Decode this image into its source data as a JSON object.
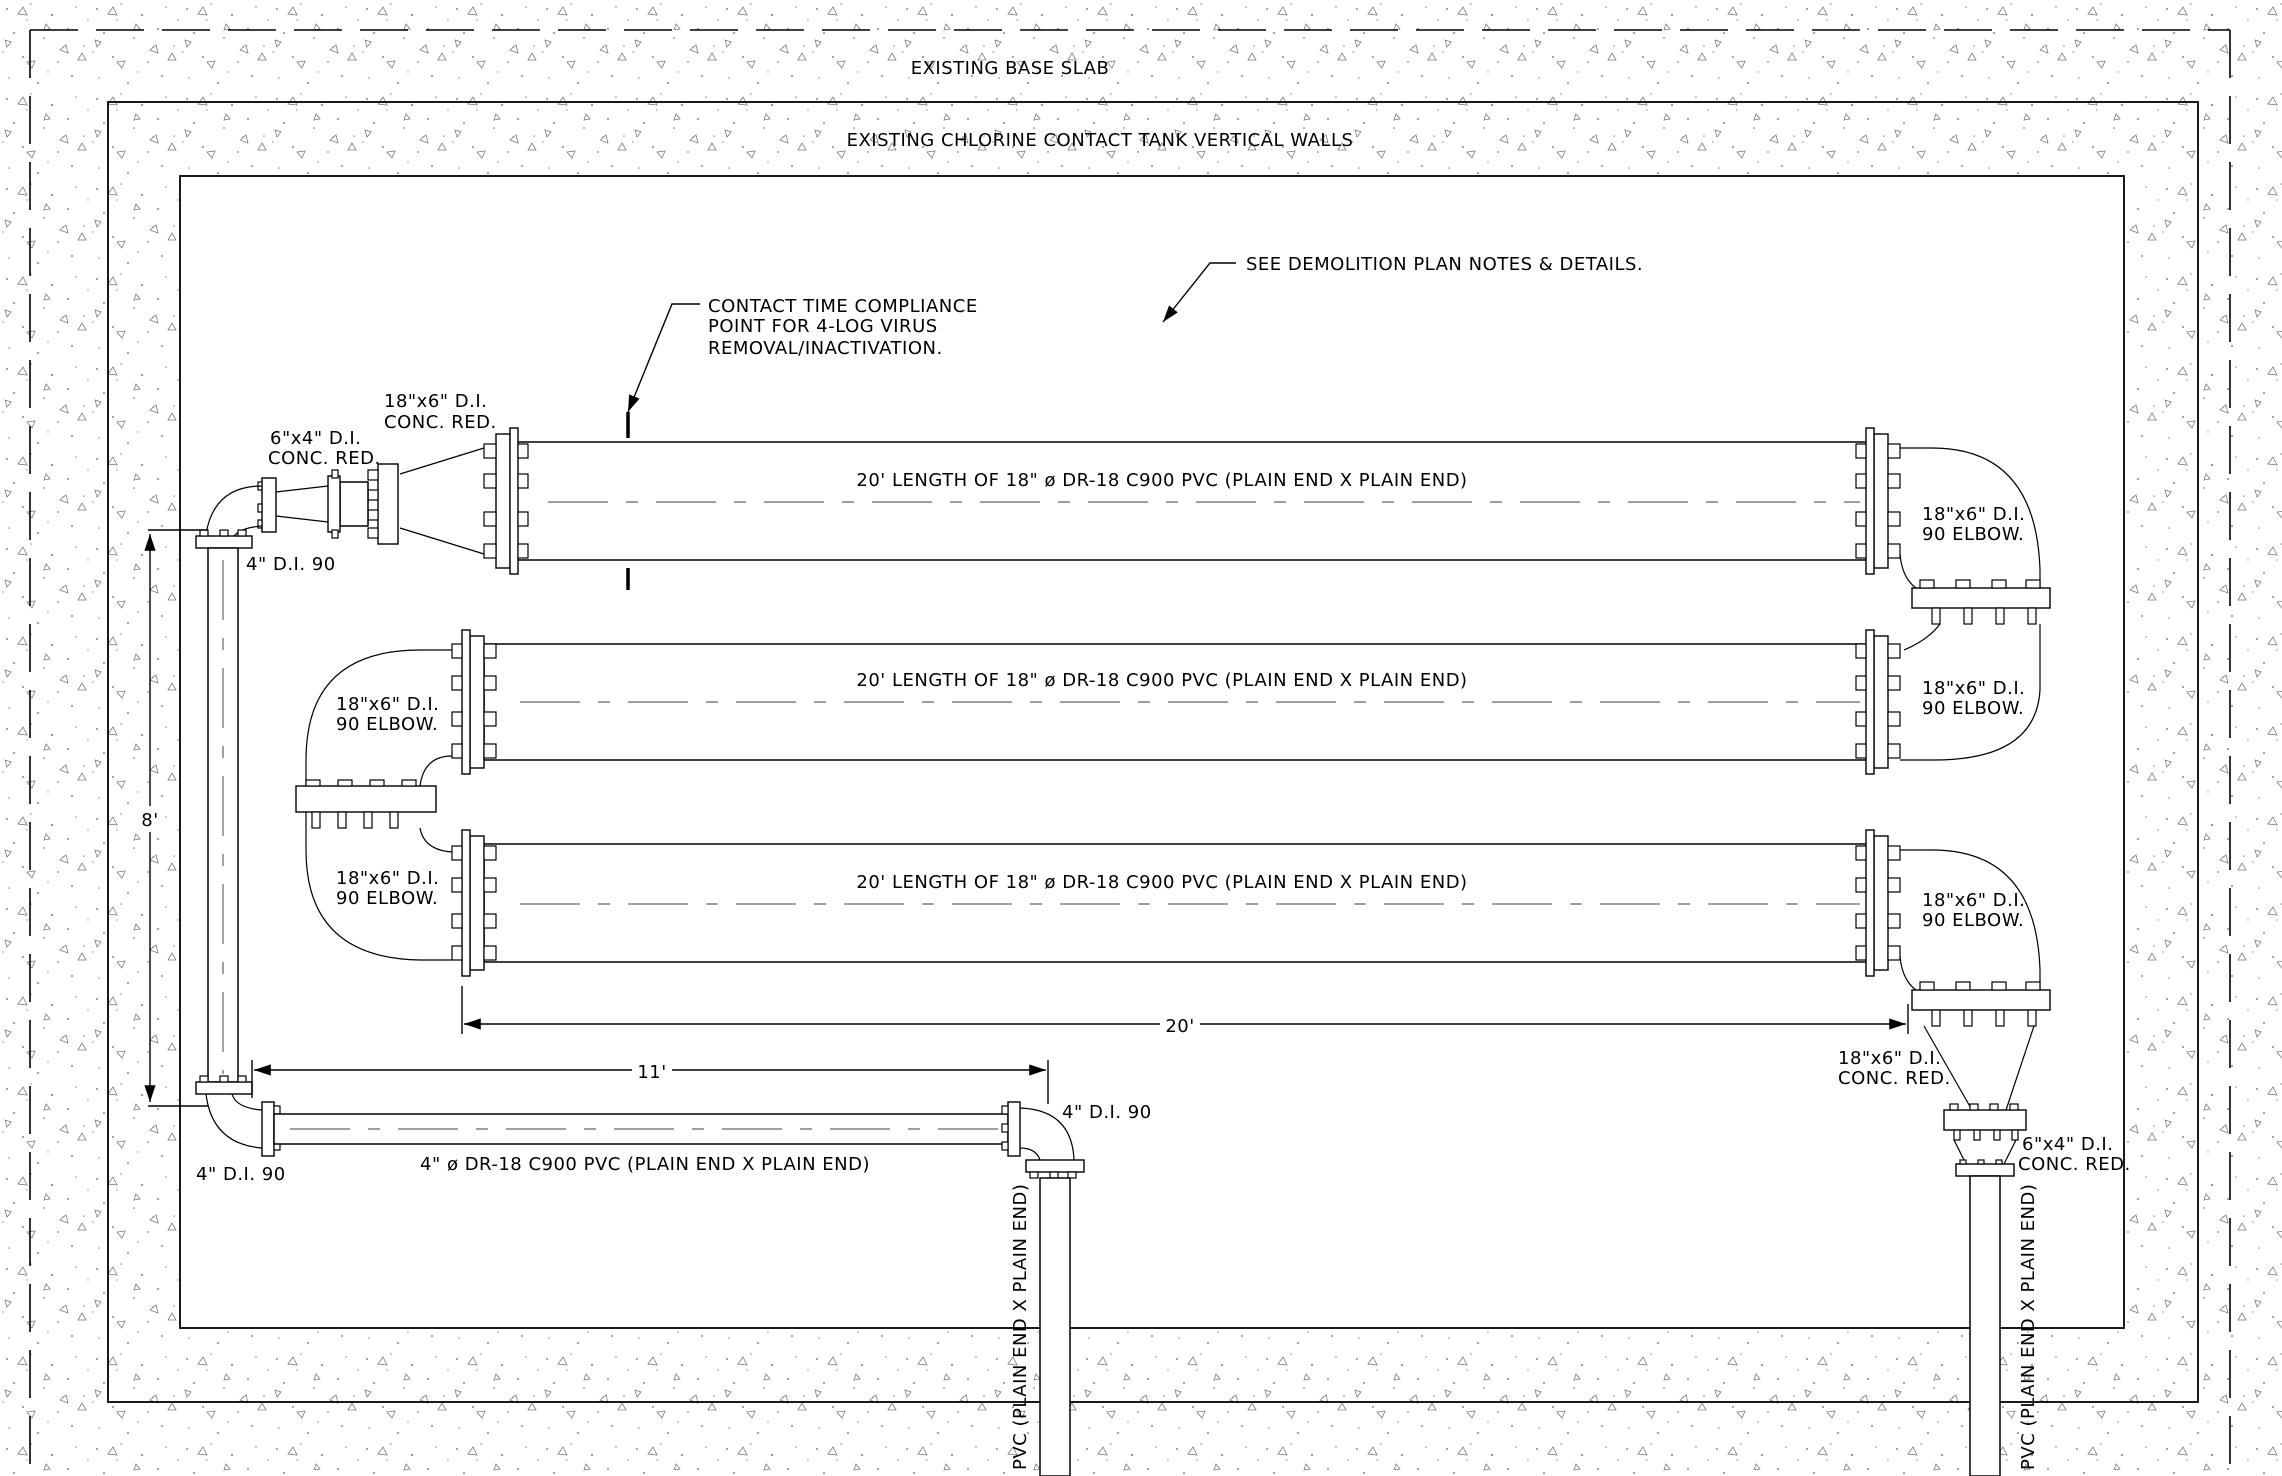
{
  "labels": {
    "base_slab": "EXISTING BASE SLAB",
    "walls": "EXISTING CHLORINE CONTACT TANK VERTICAL WALLS",
    "demo_note": "SEE DEMOLITION PLAN NOTES & DETAILS.",
    "compliance_line1": "CONTACT TIME COMPLIANCE",
    "compliance_line2": "POINT FOR 4-LOG VIRUS",
    "compliance_line3": "REMOVAL/INACTIVATION.",
    "run1": "20' LENGTH OF 18\" ø DR-18 C900 PVC (PLAIN END X PLAIN END)",
    "run2": "20' LENGTH OF 18\" ø DR-18 C900 PVC (PLAIN END X PLAIN END)",
    "run3": "20' LENGTH OF 18\" ø DR-18 C900 PVC (PLAIN END X PLAIN END)",
    "conc_red_18_6_top_l1": "18\"x6\" D.I.",
    "conc_red_18_6_top_l2": "CONC. RED.",
    "conc_red_6_4_top_l1": "6\"x4\" D.I.",
    "conc_red_6_4_top_l2": "CONC. RED.",
    "di90_top": "4\" D.I. 90",
    "elbow_r1_l1": "18\"x6\" D.I.",
    "elbow_r1_l2": "90 ELBOW.",
    "elbow_r2_l1": "18\"x6\" D.I.",
    "elbow_r2_l2": "90 ELBOW.",
    "elbow_r3_l1": "18\"x6\" D.I.",
    "elbow_r3_l2": "90 ELBOW.",
    "elbow_l1_l1": "18\"x6\" D.I.",
    "elbow_l1_l2": "90 ELBOW.",
    "elbow_l2_l1": "18\"x6\" D.I.",
    "elbow_l2_l2": "90 ELBOW.",
    "dim_8": "8'",
    "dim_20": "20'",
    "dim_11": "11'",
    "di90_mid_right": "4\" D.I. 90",
    "di90_bottom_left": "4\" D.I. 90",
    "pvc_4": "4\" ø DR-18 C900 PVC (PLAIN END X PLAIN END)",
    "vertical_pvc_left": "PVC (PLAIN END X PLAIN END)",
    "vertical_pvc_right": "PVC (PLAIN END X PLAIN END)",
    "conc_red_18_6_bottom_l1": "18\"x6\" D.I.",
    "conc_red_18_6_bottom_l2": "CONC. RED.",
    "conc_red_6_4_bottom_l1": "6\"x4\" D.I.",
    "conc_red_6_4_bottom_l2": "CONC. RED."
  }
}
